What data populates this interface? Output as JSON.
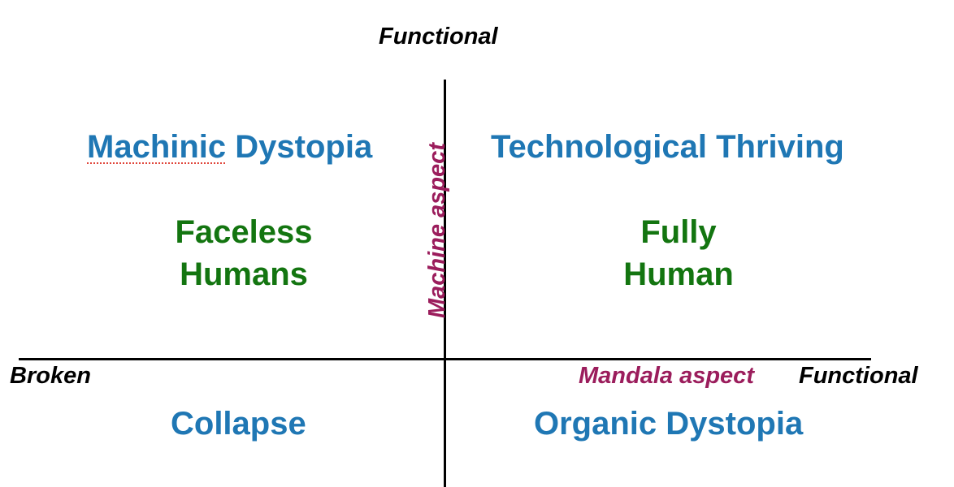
{
  "axes": {
    "top_label": "Functional",
    "left_label": "Broken",
    "right_label": "Functional"
  },
  "aspects": {
    "vertical": "Machine aspect",
    "horizontal": "Mandala aspect"
  },
  "quadrants": {
    "top_left": {
      "title_word1": "Machinic",
      "title_word2": " Dystopia",
      "line1": "Faceless",
      "line2": "Humans"
    },
    "top_right": {
      "title": "Technological Thriving",
      "line1": "Fully",
      "line2": "Human"
    },
    "bottom_left": {
      "title": "Collapse"
    },
    "bottom_right": {
      "title": "Organic Dystopia"
    }
  },
  "colors": {
    "axis_text": "#000000",
    "quadrant_title": "#1f77b4",
    "quadrant_sub": "#137510",
    "aspect": "#9b1d5c"
  }
}
